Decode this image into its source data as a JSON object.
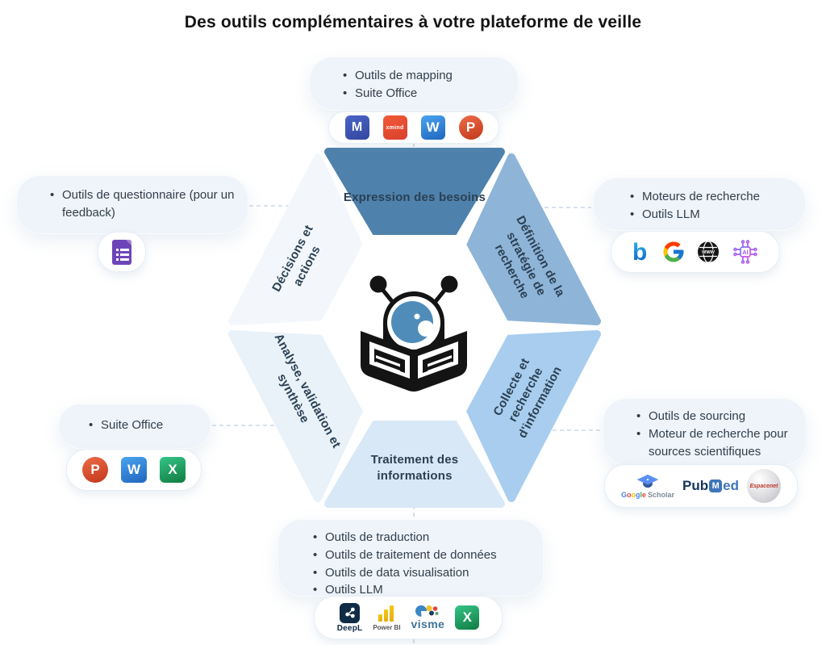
{
  "title": "Des outils complémentaires à votre plateforme de veille",
  "hexagon": {
    "center_logo_icon": "robot-over-open-book-icon",
    "segments": [
      {
        "label": "Expression des besoins",
        "color": "#4e81ac"
      },
      {
        "label": "Définition de la stratégie de recherche",
        "color": "#8eb4d8"
      },
      {
        "label": "Collecte et recherche d'information",
        "color": "#a8cdee"
      },
      {
        "label": "Traitement des informations",
        "color": "#d8e8f6"
      },
      {
        "label": "Analyse, validation et synthèse",
        "color": "#e9f1f9"
      },
      {
        "label": "Décisions et actions",
        "color": "#f3f7fb"
      }
    ]
  },
  "callouts": {
    "top": {
      "items": [
        "Outils de mapping",
        "Suite Office"
      ],
      "tools": [
        "MindManager",
        "Xmind",
        "Word",
        "PowerPoint"
      ]
    },
    "right_top": {
      "items": [
        "Moteurs de recherche",
        "Outils LLM"
      ],
      "tools": [
        "Bing",
        "Google",
        "Web globe",
        "AI chip"
      ]
    },
    "right_bottom": {
      "items": [
        "Outils de sourcing",
        "Moteur de recherche pour sources scientifiques"
      ],
      "tools": [
        "Google Scholar",
        "PubMed",
        "Espacenet"
      ]
    },
    "bottom": {
      "items": [
        "Outils de traduction",
        "Outils de traitement de données",
        "Outils de data visualisation",
        "Outils LLM"
      ],
      "tools": [
        "DeepL",
        "Power BI",
        "Visme",
        "Excel"
      ]
    },
    "left_bottom": {
      "items": [
        "Suite Office"
      ],
      "tools": [
        "PowerPoint",
        "Word",
        "Excel"
      ]
    },
    "left_top": {
      "items": [
        "Outils de questionnaire (pour un feedback)"
      ],
      "tools": [
        "Google Forms"
      ]
    }
  },
  "icons": {
    "mindmanager": "M",
    "xmind": "xmind",
    "word": "W",
    "powerpoint": "P",
    "excel": "X",
    "bing": "b",
    "www": "WWW",
    "ai": "AI",
    "google_letters": [
      {
        "ch": "G",
        "color": "#4285F4"
      },
      {
        "ch": "o",
        "color": "#EA4335"
      },
      {
        "ch": "o",
        "color": "#FBBC05"
      },
      {
        "ch": "g",
        "color": "#4285F4"
      },
      {
        "ch": "l",
        "color": "#34A853"
      },
      {
        "ch": "e",
        "color": "#EA4335"
      }
    ],
    "scholar": "Scholar",
    "pub": "Pub",
    "med_m": "M",
    "med_ed": "ed",
    "espacenet": "Espacenet",
    "deepl": "DeepL",
    "powerbi": "Power BI",
    "visme": "visme"
  },
  "colors": {
    "text": "#303e4c",
    "callout_bg": "#eff4fa",
    "connector": "#cdd9e4",
    "robot": "#141414",
    "robot_eye": "#4f8cba"
  }
}
